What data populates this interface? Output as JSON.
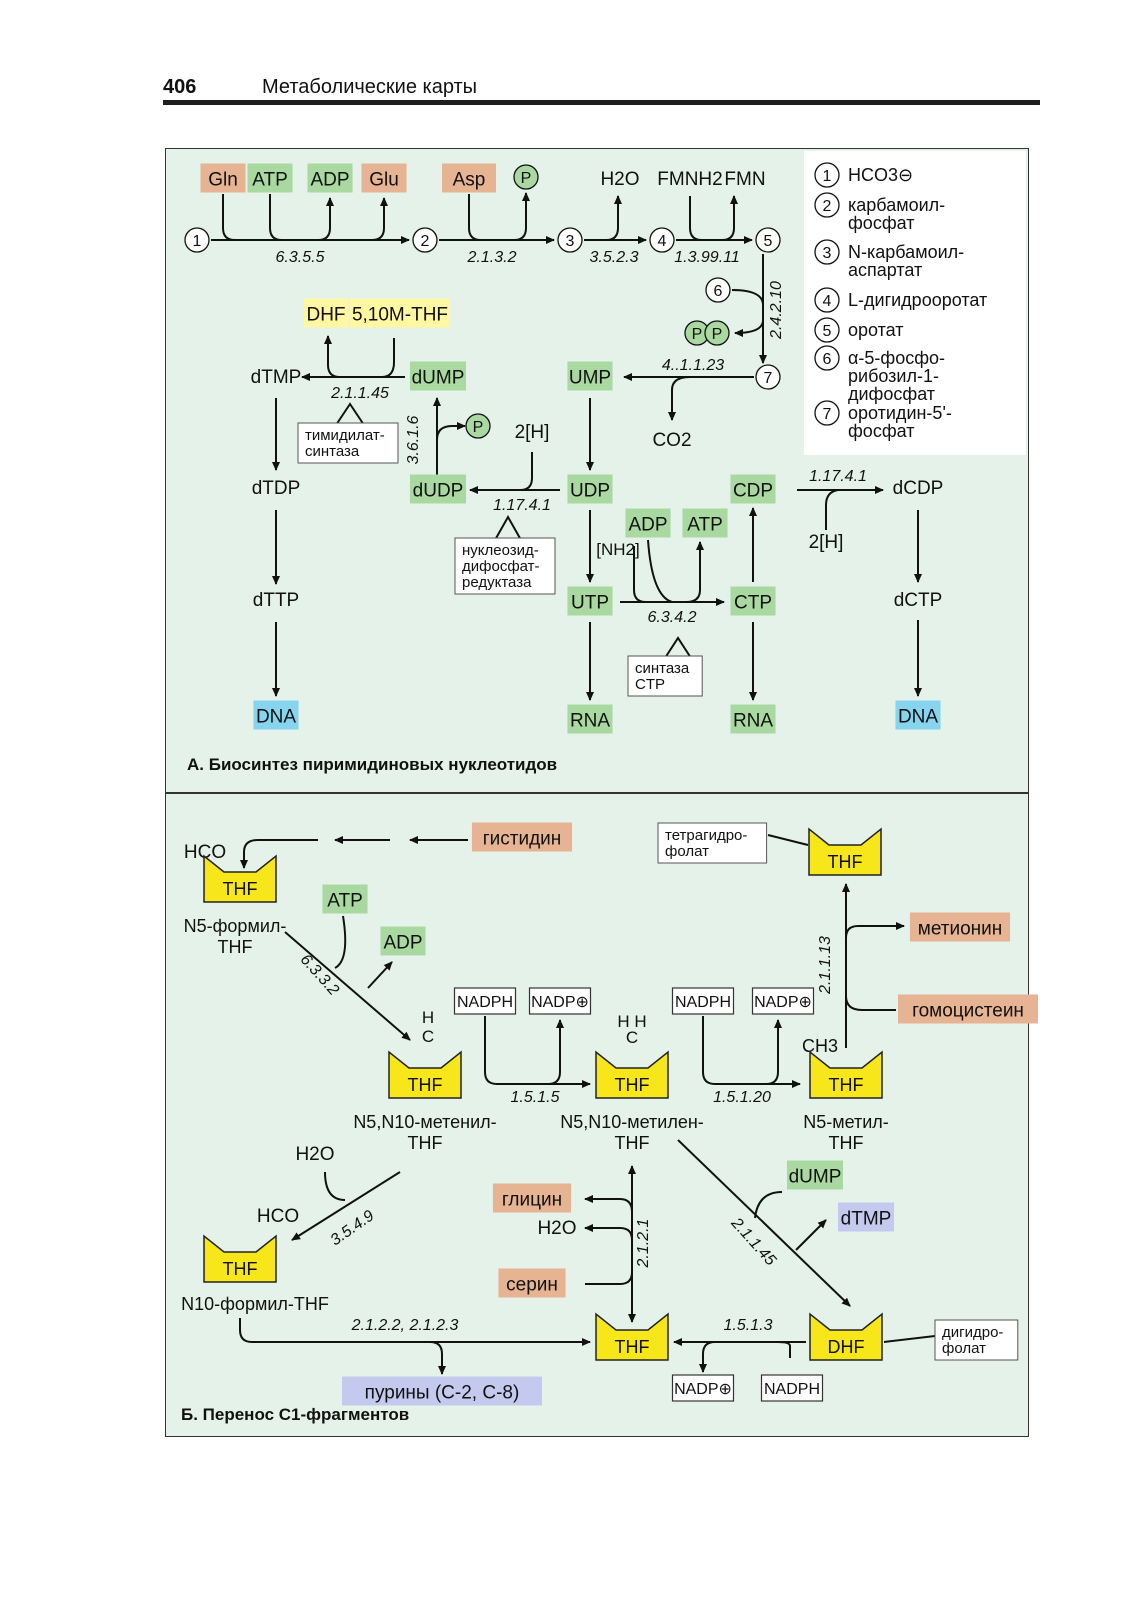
{
  "header": {
    "page_number": "406",
    "title": "Метаболические карты"
  },
  "colors": {
    "green": "#a9d9a0",
    "orange": "#e6b393",
    "yellow": "#fff7a1",
    "blue": "#86d4ee",
    "purple": "#c4c9ee",
    "thf": "#f6e61a",
    "circle": "#a9d9a0"
  },
  "panelA": {
    "caption": "А. Биосинтез пиримидиновых нуклеотидов",
    "legend": [
      {
        "n": "1",
        "lines": [
          "HCO3⊖"
        ]
      },
      {
        "n": "2",
        "lines": [
          "карбамоил-",
          "фосфат"
        ]
      },
      {
        "n": "3",
        "lines": [
          "N-карбамоил-",
          "аспартат"
        ]
      },
      {
        "n": "4",
        "lines": [
          "L-дигидрооротат"
        ]
      },
      {
        "n": "5",
        "lines": [
          "оротат"
        ]
      },
      {
        "n": "6",
        "lines": [
          "α-5-фосфо-",
          "рибозил-1-",
          "дифосфат"
        ]
      },
      {
        "n": "7",
        "lines": [
          "оротидин-5'-",
          "фосфат"
        ]
      }
    ],
    "labels": {
      "gln": "Gln",
      "atp": "ATP",
      "adp": "ADP",
      "glu": "Glu",
      "asp": "Asp",
      "p": "P",
      "h2o": "H2O",
      "fmnh2": "FMNH2",
      "fmn": "FMN",
      "n1": "1",
      "n2": "2",
      "n3": "3",
      "n4": "4",
      "n5": "5",
      "n6": "6",
      "n7": "7",
      "e1": "6.3.5.5",
      "e2": "2.1.3.2",
      "e3": "3.5.2.3",
      "e4": "1.3.99.11",
      "e5": "2.4.2.10",
      "pp": "PP",
      "dhf": "DHF",
      "mthf": "5,10M-THF",
      "dtmp": "dTMP",
      "dump": "dUMP",
      "e_ts": "2.1.1.45",
      "ts_note": [
        "тимидилат-",
        "синтаза"
      ],
      "ump": "UMP",
      "e_odc": "4..1.1.23",
      "co2": "CO2",
      "e_kin": "3.6.1.6",
      "p2": "P",
      "h2": "2[H]",
      "dtdp": "dTDP",
      "dudp": "dUDP",
      "udp": "UDP",
      "cdp": "CDP",
      "dcdp": "dCDP",
      "e_rr": "1.17.4.1",
      "e_rr2": "1.17.4.1",
      "h2b": "2[H]",
      "rr_note": [
        "нуклеозид-",
        "дифосфат-",
        "редуктаза"
      ],
      "adp2": "ADP",
      "atp2": "ATP",
      "nh2": "[NH2]",
      "dttp": "dTTP",
      "utp": "UTP",
      "ctp": "CTP",
      "dctp": "dCTP",
      "e_ctp": "6.3.4.2",
      "ctp_note": [
        "синтаза",
        "CTP"
      ],
      "dna": "DNA",
      "rna": "RNA",
      "rna2": "RNA",
      "dna2": "DNA"
    }
  },
  "panelB": {
    "caption": "Б. Перенос C1-фрагментов",
    "labels": {
      "hco": "HCO",
      "histidine": "гистидин",
      "thf": "THF",
      "n5formyl": [
        "N5-формил-",
        "THF"
      ],
      "atp": "ATP",
      "adp": "ADP",
      "e_6332": "6.3.3.2",
      "thf_note": [
        "тетрагидро-",
        "фолат"
      ],
      "methionine": "метионин",
      "homocysteine": "гомоцистеин",
      "e_21113": "2.1.1.13",
      "nadph": "NADPH",
      "nadp": "NADP⊕",
      "nadph2": "NADPH",
      "nadp2": "NADP⊕",
      "h": "H",
      "c": "C",
      "hh": "H  H",
      "ch3": "CH3",
      "e_1515": "1.5.1.5",
      "e_15120": "1.5.1.20",
      "methenyl": [
        "N5,N10-метенил-",
        "THF"
      ],
      "methylene": [
        "N5,N10-метилен-",
        "THF"
      ],
      "methyl": [
        "N5-метил-",
        "THF"
      ],
      "h2o": "H2O",
      "hco2": "HCO",
      "e_3549": "3.5.4.9",
      "n10formyl": "N10-формил-THF",
      "glycine": "глицин",
      "h2o2": "H2O",
      "serine": "серин",
      "e_2121": "2.1.2.1",
      "dump": "dUMP",
      "dtmp": "dTMP",
      "e_21145": "2.1.1.45",
      "e_purine": "2.1.2.2, 2.1.2.3",
      "purines": "пурины (C-2, C-8)",
      "e_1513": "1.5.1.3",
      "dhf": "DHF",
      "dhf_note": [
        "дигидро-",
        "фолат"
      ],
      "nadp3": "NADP⊕",
      "nadph3": "NADPH"
    }
  }
}
